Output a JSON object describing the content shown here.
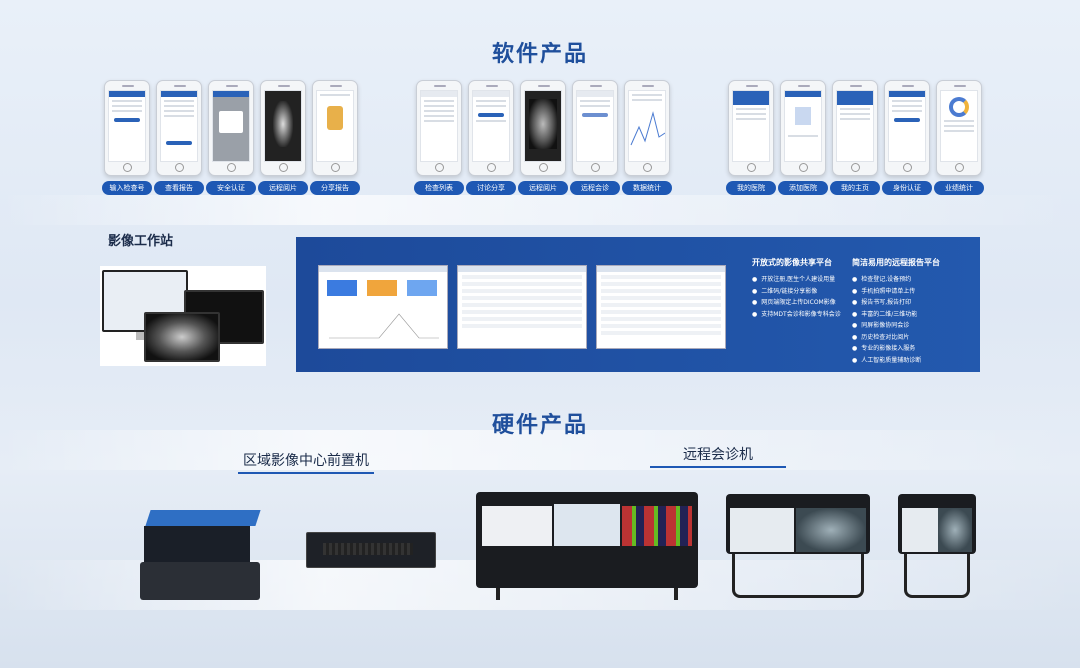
{
  "software": {
    "title": "软件产品",
    "group1": [
      "输入检查号",
      "查看报告",
      "安全认证",
      "远程阅片",
      "分享报告"
    ],
    "group2": [
      "检查列表",
      "讨论分享",
      "远程阅片",
      "远程会诊",
      "数据统计"
    ],
    "group3": [
      "我的医院",
      "添加医院",
      "我的主页",
      "身份认证",
      "业绩统计"
    ]
  },
  "workstation": {
    "title": "影像工作站",
    "platform1": {
      "title": "开放式的影像共享平台",
      "items": [
        "开放注册,医生个人建设用量",
        "二维码/链接分享影像",
        "网页端限定上传DICOM影像",
        "支持MDT会诊和影像专科会诊"
      ]
    },
    "platform2": {
      "title": "简洁易用的远程报告平台",
      "items": [
        "检查登记,设备预约",
        "手机拍照申请单上传",
        "报告书写,报告打印",
        "丰富的二维/三维功能",
        "同屏影像协同会诊",
        "历史检查对比阅片",
        "专业的影像接入服务",
        "人工智能质量辅助诊断"
      ]
    }
  },
  "hardware": {
    "title": "硬件产品",
    "left_title": "区域影像中心前置机",
    "right_title": "远程会诊机"
  },
  "colors": {
    "accent": "#1e58b4",
    "title": "#1f4f9c",
    "panel": "#1d4a9a"
  }
}
